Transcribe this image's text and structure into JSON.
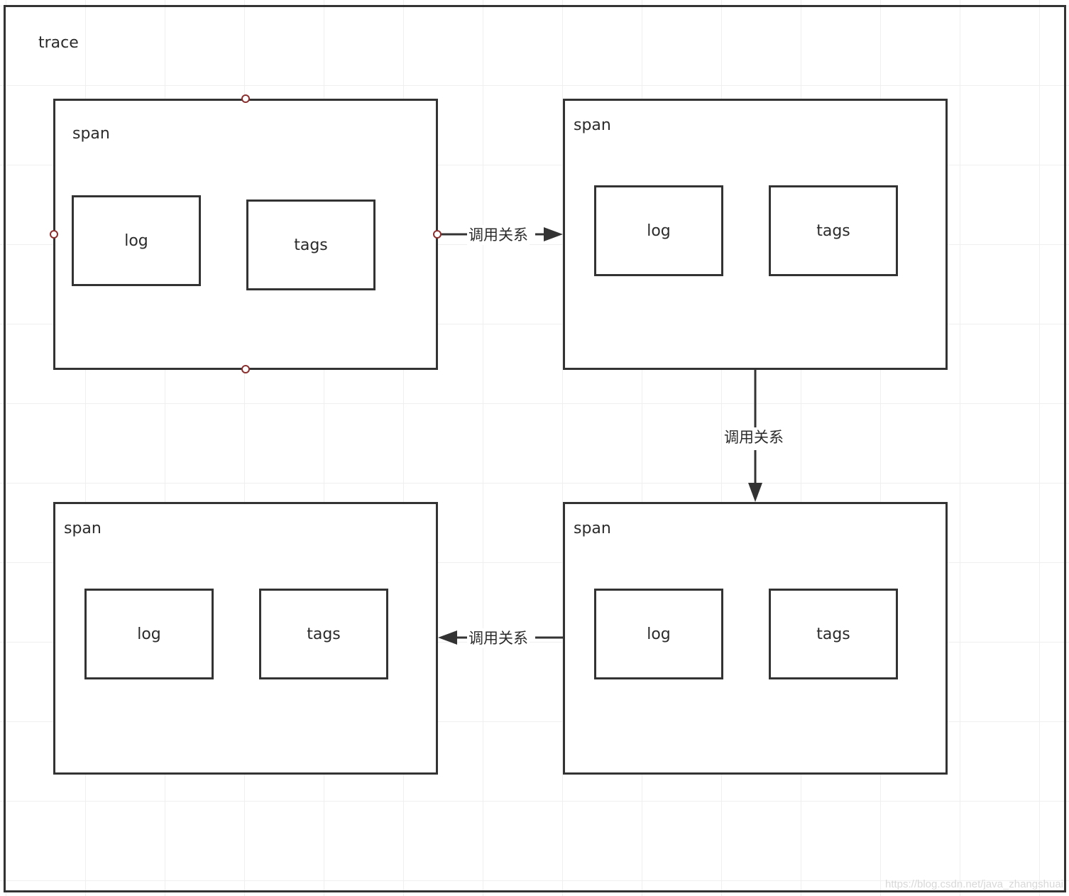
{
  "trace": {
    "label": "trace"
  },
  "spans": [
    {
      "label": "span",
      "log_label": "log",
      "tags_label": "tags"
    },
    {
      "label": "span",
      "log_label": "log",
      "tags_label": "tags"
    },
    {
      "label": "span",
      "log_label": "log",
      "tags_label": "tags"
    },
    {
      "label": "span",
      "log_label": "log",
      "tags_label": "tags"
    }
  ],
  "edges": [
    {
      "label": "调用关系"
    },
    {
      "label": "调用关系"
    },
    {
      "label": "调用关系"
    }
  ],
  "watermark": "https://blog.csdn.net/java_zhangshuai",
  "colors": {
    "stroke": "#333333",
    "handle": "#8b2f2f"
  }
}
